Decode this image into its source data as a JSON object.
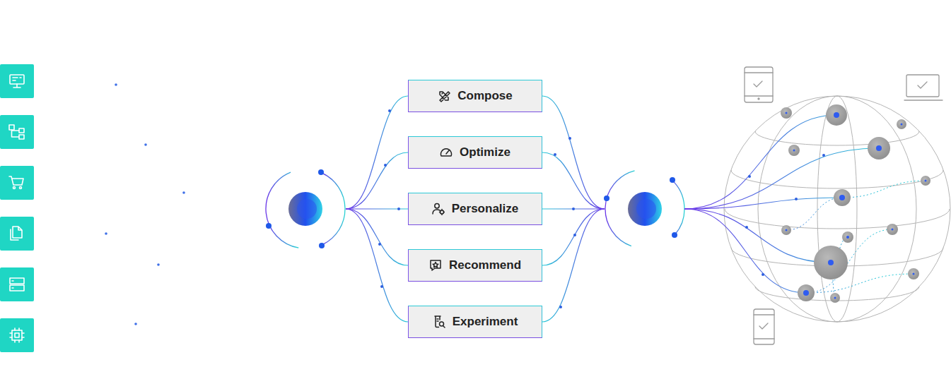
{
  "diagram": {
    "nodes": [
      {
        "text": [
          "Compose"
        ]
      },
      {
        "text": [
          "Optimize"
        ]
      },
      {
        "text": [
          "Personalize"
        ]
      },
      {
        "text": [
          "Recommend"
        ]
      },
      {
        "text": [
          "Experiment"
        ]
      }
    ]
  }
}
